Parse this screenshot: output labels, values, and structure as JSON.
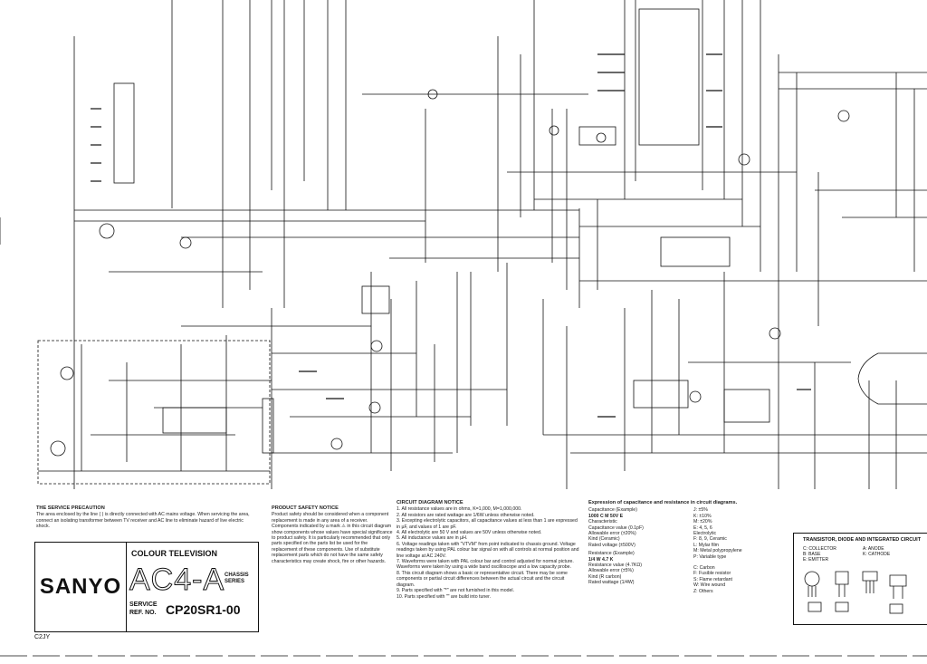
{
  "title_block": {
    "brand": "SANYO",
    "product": "COLOUR TELEVISION",
    "model": "AC4-A",
    "chassis_line1": "CHASSIS",
    "chassis_line2": "SERIES",
    "service_line1": "SERVICE",
    "service_line2": "REF. NO.",
    "ref_no": "CP20SR1-00",
    "code": "C2JY"
  },
  "notes": {
    "service_heading": "THE SERVICE PRECAUTION",
    "service_text": "The area enclosed by the line ( ) is directly connected with AC mains voltage. When servicing the area, connect an isolating transformer between TV receiver and AC line to eliminate hazard of live electric shock.",
    "safety_heading": "PRODUCT SAFETY NOTICE",
    "safety_text": "Product safety should be considered when a component replacement is made in any area of a receiver. Components indicated by a mark ⚠ in this circuit diagram show components whose values have special significance to product safety. It is particularly recommended that only parts specified on the parts list be used for the replacement of these components. Use of substitute replacement parts which do not have the same safety characteristics may create shock, fire or other hazards.",
    "circuit_heading": "CIRCUIT DIAGRAM NOTICE",
    "circuit_items": [
      "1. All resistance values are in ohms, K=1,000, M=1,000,000.",
      "2. All resistors are rated wattage are 1/6W unless otherwise noted.",
      "3. Excepting electrolytic capacitors, all capacitance values at less than 1 are expressed in µF, and values of 1 are pF.",
      "4. All electrolytic are 50 V and values are 50V unless otherwise noted.",
      "5. All inductance values are in µH.",
      "6. Voltage readings taken with \"VTVM\" from point indicated to chassis ground. Voltage readings taken by using PAL colour bar signal on with all controls at normal position and line voltage at AC 240V.",
      "7. Waveforms were taken with PAL colour bar and control adjusted for normal picture. Waveforms were taken by using a wide band oscilloscope and a low capacity probe.",
      "8. This circuit diagram shows a basic or representative circuit. There may be some components or partial circuit differences between the actual circuit and the circuit diagram.",
      "9. Parts specified with \"*\" are not furnished in this model.",
      "10. Parts specified with \"\" are build into tuner."
    ],
    "legend_heading": "Expression of capacitance and resistance in circuit diagrams.",
    "cap_example_label": "Capacitance (Example)",
    "cap_example": "1000 C M 50V E",
    "cap_labels": [
      "Characteristic",
      "Capacitance value (0.1pF)",
      "Allowable error (±20%)",
      "Kind (Ceramic)",
      "Rated voltage (±500V)"
    ],
    "cap_codes": [
      "J: ±5%",
      "K: ±10%",
      "M: ±20%",
      "E: 4, 5, 6",
      "Electrolytic",
      "F: 8, 9, Ceramic",
      "L: Mylar film",
      "M: Metal polypropylene",
      "P: Variable type"
    ],
    "res_example_label": "Resistance (Example)",
    "res_example": "1/4 W 4.7 K",
    "res_labels": [
      "Resistance value (4.7KΩ)",
      "Allowable error (±5%)",
      "Kind (R carbon)",
      "Rated wattage (1/4W)"
    ],
    "res_codes": [
      "C: Carbon",
      "F: Fusible resistor",
      "S: Flame retardant",
      "W: Wire wound",
      "Z: Others"
    ]
  },
  "transistor_box": {
    "heading": "TRANSISTOR, DIODE AND INTEGRATED CIRCUIT",
    "lines": [
      "C: COLLECTOR",
      "B: BASE",
      "E: EMITTER"
    ],
    "lines_right": [
      "A: ANODE",
      "K: CATHODE"
    ]
  }
}
